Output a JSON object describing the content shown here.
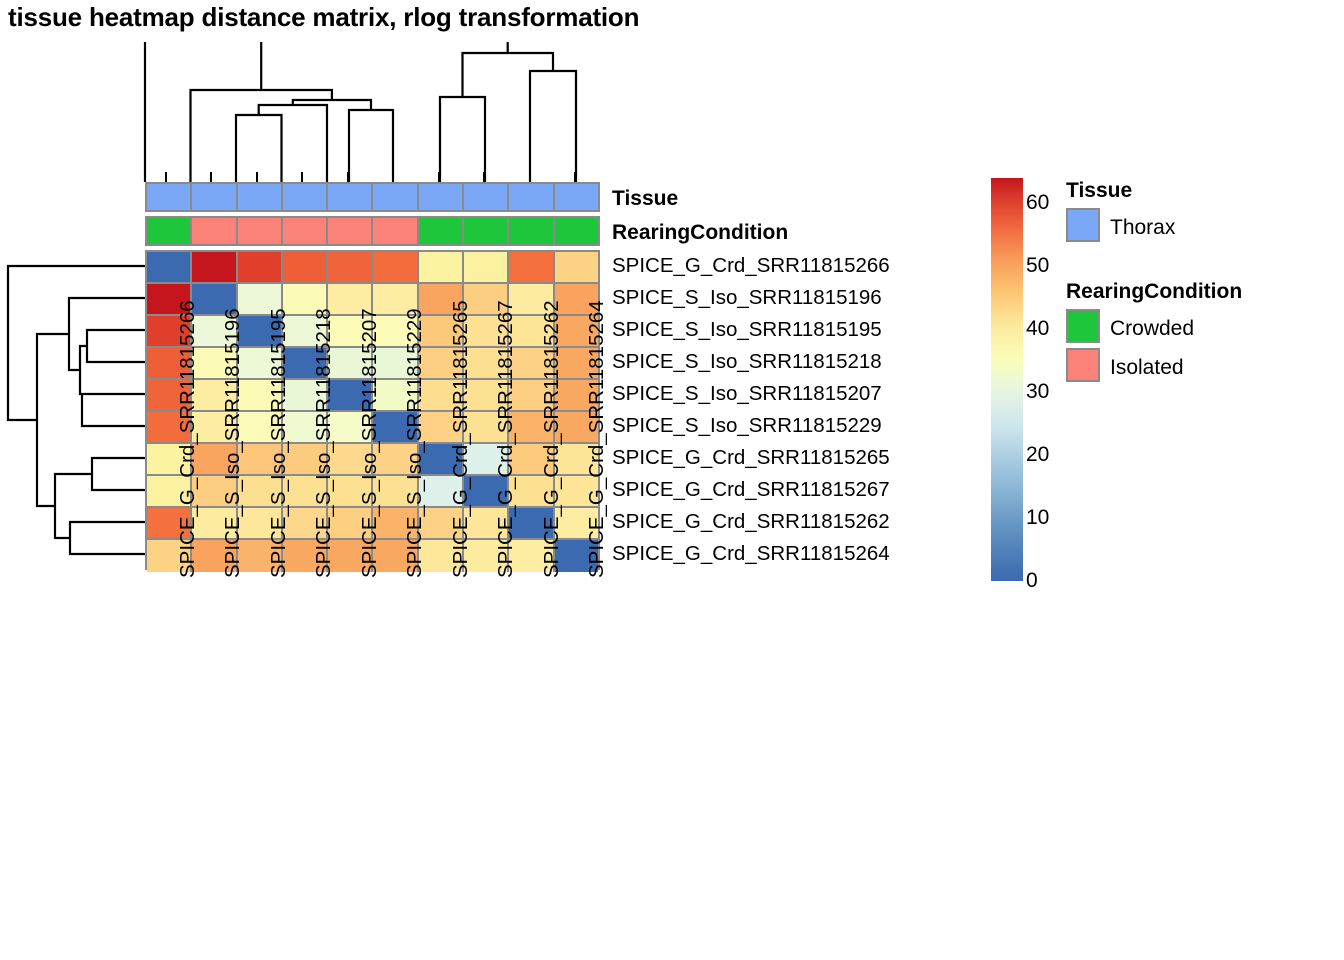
{
  "title": "tissue heatmap distance matrix, rlog transformation",
  "samples": [
    "SPICE_G_Crd_SRR11815266",
    "SPICE_S_Iso_SRR11815196",
    "SPICE_S_Iso_SRR11815195",
    "SPICE_S_Iso_SRR11815218",
    "SPICE_S_Iso_SRR11815207",
    "SPICE_S_Iso_SRR11815229",
    "SPICE_G_Crd_SRR11815265",
    "SPICE_G_Crd_SRR11815267",
    "SPICE_G_Crd_SRR11815262",
    "SPICE_G_Crd_SRR11815264"
  ],
  "annotations": {
    "tissue_label": "Tissue",
    "rearing_label": "RearingCondition",
    "tissue_values": [
      "Thorax",
      "Thorax",
      "Thorax",
      "Thorax",
      "Thorax",
      "Thorax",
      "Thorax",
      "Thorax",
      "Thorax",
      "Thorax"
    ],
    "rearing_values": [
      "Crowded",
      "Isolated",
      "Isolated",
      "Isolated",
      "Isolated",
      "Isolated",
      "Crowded",
      "Crowded",
      "Crowded",
      "Crowded"
    ]
  },
  "legends": {
    "tissue": {
      "title": "Tissue",
      "items": [
        {
          "label": "Thorax",
          "color": "#7ba7f7"
        }
      ]
    },
    "rearing": {
      "title": "RearingCondition",
      "items": [
        {
          "label": "Crowded",
          "color": "#1ec63c"
        },
        {
          "label": "Isolated",
          "color": "#fa8279"
        }
      ]
    }
  },
  "colorbar": {
    "ticks": [
      "60",
      "50",
      "40",
      "30",
      "20",
      "10",
      "0"
    ],
    "tick_values": [
      60,
      50,
      40,
      30,
      20,
      10,
      0
    ],
    "min": 0,
    "max": 64,
    "palette": "RdYlBu-reversed"
  },
  "chart_data": {
    "type": "heatmap",
    "title": "tissue heatmap distance matrix, rlog transformation",
    "xlabel": "",
    "ylabel": "",
    "grid": true,
    "legend_position": "right",
    "zlim": [
      0,
      64
    ],
    "colorscale": [
      {
        "stop": 0.0,
        "color": "#3b6ab0"
      },
      {
        "stop": 0.12,
        "color": "#5e8fc0"
      },
      {
        "stop": 0.25,
        "color": "#92bcd8"
      },
      {
        "stop": 0.38,
        "color": "#cce4ee"
      },
      {
        "stop": 0.47,
        "color": "#e6f5e2"
      },
      {
        "stop": 0.55,
        "color": "#fbfdb8"
      },
      {
        "stop": 0.63,
        "color": "#fdea9e"
      },
      {
        "stop": 0.72,
        "color": "#fdc471"
      },
      {
        "stop": 0.8,
        "color": "#f99a58"
      },
      {
        "stop": 0.88,
        "color": "#f0673f"
      },
      {
        "stop": 0.95,
        "color": "#dc3a2c"
      },
      {
        "stop": 1.0,
        "color": "#c4161c"
      }
    ],
    "x_categories": [
      "SPICE_G_Crd_SRR11815266",
      "SPICE_S_Iso_SRR11815196",
      "SPICE_S_Iso_SRR11815195",
      "SPICE_S_Iso_SRR11815218",
      "SPICE_S_Iso_SRR11815207",
      "SPICE_S_Iso_SRR11815229",
      "SPICE_G_Crd_SRR11815265",
      "SPICE_G_Crd_SRR11815267",
      "SPICE_G_Crd_SRR11815262",
      "SPICE_G_Crd_SRR11815264"
    ],
    "y_categories": [
      "SPICE_G_Crd_SRR11815266",
      "SPICE_S_Iso_SRR11815196",
      "SPICE_S_Iso_SRR11815195",
      "SPICE_S_Iso_SRR11815218",
      "SPICE_S_Iso_SRR11815207",
      "SPICE_S_Iso_SRR11815229",
      "SPICE_G_Crd_SRR11815265",
      "SPICE_G_Crd_SRR11815267",
      "SPICE_G_Crd_SRR11815262",
      "SPICE_G_Crd_SRR11815264"
    ],
    "values": [
      [
        0,
        62,
        57,
        53,
        52,
        51,
        33,
        33,
        51,
        40
      ],
      [
        62,
        0,
        28,
        31,
        34,
        34,
        45,
        42,
        34,
        46
      ],
      [
        57,
        28,
        0,
        28,
        31,
        30,
        41,
        39,
        38,
        45
      ],
      [
        53,
        31,
        28,
        0,
        28,
        28,
        40,
        38,
        40,
        45
      ],
      [
        52,
        34,
        31,
        28,
        0,
        29,
        39,
        38,
        41,
        45
      ],
      [
        51,
        34,
        30,
        28,
        29,
        0,
        40,
        38,
        44,
        45
      ],
      [
        33,
        45,
        41,
        40,
        39,
        40,
        0,
        22,
        40,
        36
      ],
      [
        33,
        42,
        39,
        38,
        38,
        38,
        22,
        0,
        37,
        36
      ],
      [
        51,
        34,
        38,
        40,
        41,
        44,
        40,
        37,
        0,
        35
      ],
      [
        40,
        46,
        45,
        45,
        45,
        45,
        36,
        36,
        35,
        0
      ]
    ],
    "colors": [
      [
        "#3b6ab0",
        "#c4161c",
        "#e0402b",
        "#ef5f37",
        "#f0643b",
        "#f26c3e",
        "#fbf3a0",
        "#fbf1a0",
        "#f4713f",
        "#fcd285"
      ],
      [
        "#c4161c",
        "#3b6ab0",
        "#edf8d8",
        "#fbfab6",
        "#fdeda2",
        "#fdeda2",
        "#f9a45f",
        "#fcce81",
        "#fdeb9f",
        "#f9a35e"
      ],
      [
        "#e0402b",
        "#edf8d8",
        "#3b6ab0",
        "#edf8d6",
        "#fdfbb8",
        "#fdfbb8",
        "#fcc97a",
        "#fde094",
        "#fde597",
        "#f9a862"
      ],
      [
        "#ef5f37",
        "#fbfbb6",
        "#edf8d6",
        "#3b6ab0",
        "#e9f7d6",
        "#e9f7d6",
        "#fdcf82",
        "#fddf92",
        "#fdd287",
        "#f9a862"
      ],
      [
        "#f0643b",
        "#fdeda2",
        "#fbfbb6",
        "#e9f7d6",
        "#3b6ab0",
        "#f2fbc6",
        "#fddd90",
        "#fde193",
        "#fdcf82",
        "#f9a862"
      ],
      [
        "#f26c3e",
        "#fdeda2",
        "#fdfbba",
        "#f0fad0",
        "#f6fcc8",
        "#3b6ab0",
        "#fdd287",
        "#fde193",
        "#fbb36a",
        "#f9a862"
      ],
      [
        "#fbf3a0",
        "#f9a45f",
        "#fdc579",
        "#fdcb7e",
        "#fdd98d",
        "#fdd287",
        "#3b6ab0",
        "#ddf0ea",
        "#fdcb7e",
        "#fde597"
      ],
      [
        "#fbf1a0",
        "#fcce81",
        "#fddf92",
        "#fde193",
        "#fde193",
        "#fde193",
        "#ddf0ea",
        "#3b6ab0",
        "#fde193",
        "#fde597"
      ],
      [
        "#f4713f",
        "#fdeb9f",
        "#fde79a",
        "#fdd88c",
        "#fdcf82",
        "#fbb36a",
        "#fdd287",
        "#fde699",
        "#3b6ab0",
        "#fdeda2"
      ],
      [
        "#fcd285",
        "#f9a35e",
        "#fbb26a",
        "#f9a862",
        "#f9a862",
        "#f9a862",
        "#fde79a",
        "#fdeb9f",
        "#fdeda2",
        "#3b6ab0"
      ]
    ]
  }
}
